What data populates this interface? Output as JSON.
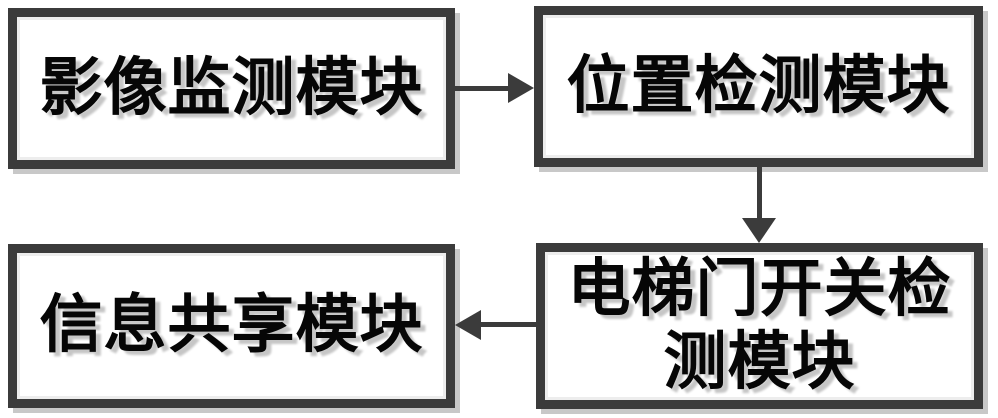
{
  "diagram": {
    "type": "flowchart",
    "background_color": "#ffffff",
    "box_border_color": "#3b3b3b",
    "box_shadow_color": "#c8c8c8",
    "text_color": "#060606",
    "text_shadow_color": "#c6c6c6",
    "arrow_color": "#3b3b3b",
    "nodes": [
      {
        "id": "image-monitoring",
        "label": "影像监测模块",
        "position": "top-left"
      },
      {
        "id": "position-detection",
        "label": "位置检测模块",
        "position": "top-right"
      },
      {
        "id": "door-detection",
        "label": "电梯门开关检测模块",
        "position": "bottom-right"
      },
      {
        "id": "info-sharing",
        "label": "信息共享模块",
        "position": "bottom-left"
      }
    ],
    "edges": [
      {
        "from": "image-monitoring",
        "to": "position-detection",
        "direction": "right"
      },
      {
        "from": "position-detection",
        "to": "door-detection",
        "direction": "down"
      },
      {
        "from": "door-detection",
        "to": "info-sharing",
        "direction": "left"
      }
    ]
  }
}
